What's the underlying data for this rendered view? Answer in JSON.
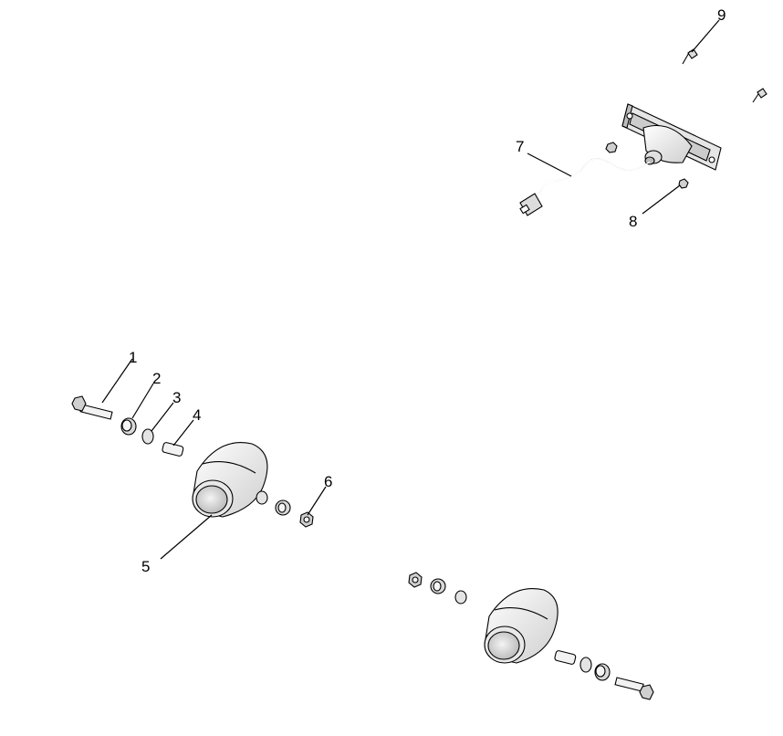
{
  "callouts": [
    {
      "id": "1",
      "label": "1"
    },
    {
      "id": "2",
      "label": "2"
    },
    {
      "id": "3",
      "label": "3"
    },
    {
      "id": "4",
      "label": "4"
    },
    {
      "id": "5",
      "label": "5"
    },
    {
      "id": "6",
      "label": "6"
    },
    {
      "id": "7",
      "label": "7"
    },
    {
      "id": "8",
      "label": "8"
    },
    {
      "id": "9",
      "label": "9"
    }
  ],
  "colors": {
    "line": "#000000",
    "background": "#ffffff",
    "shade": "#d9d9d9"
  }
}
